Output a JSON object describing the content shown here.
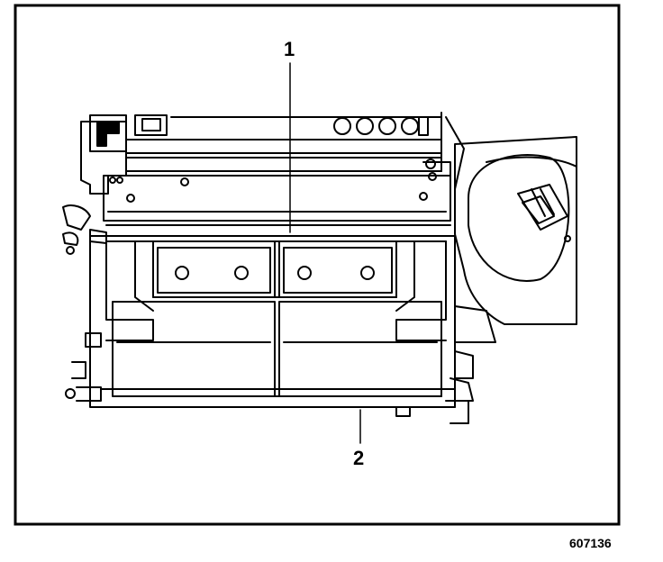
{
  "diagram": {
    "callouts": [
      {
        "id": "1",
        "label": "1"
      },
      {
        "id": "2",
        "label": "2"
      }
    ],
    "figure_number": "607136"
  }
}
